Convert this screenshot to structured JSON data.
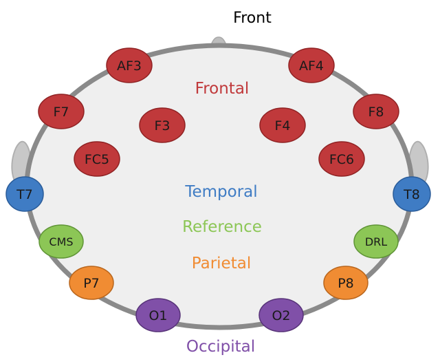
{
  "title": "Front",
  "colors": {
    "frontal": "#c0393b",
    "temporal": "#3f7cc4",
    "reference": "#8cc656",
    "parietal": "#f08c33",
    "occipital": "#8050a8",
    "head_outline": "#8a8a8a",
    "head_fill": "#efefef"
  },
  "regions": {
    "frontal": "Frontal",
    "temporal": "Temporal",
    "reference": "Reference",
    "parietal": "Parietal",
    "occipital": "Occipital"
  },
  "electrodes": {
    "af3": "AF3",
    "af4": "AF4",
    "f7": "F7",
    "f8": "F8",
    "f3": "F3",
    "f4": "F4",
    "fc5": "FC5",
    "fc6": "FC6",
    "t7": "T7",
    "t8": "T8",
    "cms": "CMS",
    "drl": "DRL",
    "p7": "P7",
    "p8": "P8",
    "o1": "O1",
    "o2": "O2"
  }
}
